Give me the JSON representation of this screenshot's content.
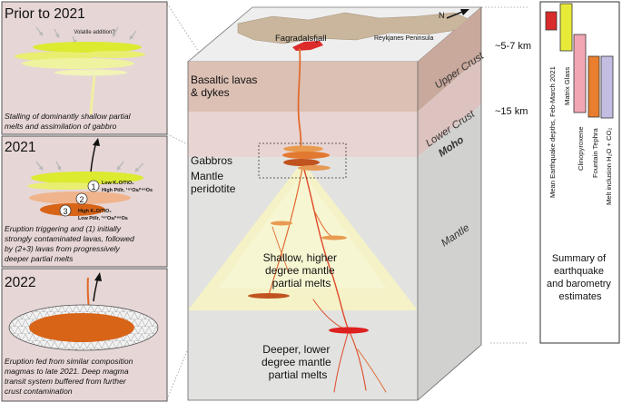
{
  "panels": {
    "prior": {
      "title": "Prior to 2021",
      "annotation": "Volatile addition?",
      "caption_lines": [
        "Stalling of dominantly shallow partial",
        "melts and assimilation of gabbro"
      ]
    },
    "y2021": {
      "title": "2021",
      "markers": [
        "1",
        "2",
        "3"
      ],
      "label1_line1": "Low K₂O/TiO₂",
      "label1_line2": "High Pt/Ir, ¹⁸⁷Os/¹⁸⁸Os",
      "label3_line1": "High K₂O/TiO₂",
      "label3_line2": "Low Pt/Ir, ¹⁸⁷Os/¹⁸⁸Os",
      "caption_lines": [
        "Eruption triggering and (1) initially",
        "strongly contaminated lavas, followed",
        "by (2+3) lavas from progressively",
        "deeper partial melts"
      ]
    },
    "y2022": {
      "title": "2022",
      "caption_lines": [
        "Eruption fed from similar composition",
        "magmas to late 2021. Deep magma",
        "transit system buffered from further",
        "crust contamination"
      ]
    }
  },
  "block": {
    "surface_labels": [
      "Fagradalsfjall",
      "Reykjanes Peninsula"
    ],
    "north": "N",
    "side_labels": [
      "Upper Crust",
      "Lower Crust",
      "Moho",
      "Mantle"
    ],
    "front_labels": {
      "basalt": [
        "Basaltic lavas",
        "& dykes"
      ],
      "gabbro": "Gabbros",
      "mantle": [
        "Mantle",
        "peridotite"
      ],
      "shallow": [
        "Shallow, higher",
        "degree mantle",
        "partial melts"
      ],
      "deeper": [
        "Deeper, lower",
        "degree mantle",
        "partial melts"
      ]
    },
    "depth_labels": [
      "~5-7 km",
      "~15 km"
    ]
  },
  "summary": {
    "bars": [
      {
        "label": "Mean Earthquake depths, Feb-March 2021",
        "color": "#d92b2b"
      },
      {
        "label": "Matrix Glass",
        "color": "#e8ea3a"
      },
      {
        "label": "Clinopyroxene",
        "color": "#f2a6b4"
      },
      {
        "label": "Fountain Tephra",
        "color": "#e87e2e"
      },
      {
        "label": "Melt inclusion H₂O + CO₂",
        "color": "#c4bde2"
      }
    ],
    "caption_lines": [
      "Summary of",
      "earthquake",
      "and barometry",
      "estimates"
    ]
  },
  "colors": {
    "upper_crust": "#dcc0b4",
    "lower_crust": "#e8d4d2",
    "mantle": "#e2e2e0",
    "melt_zone": "#f4f2c4",
    "dyke": "#e16a30",
    "surface": "#c9b69c"
  }
}
